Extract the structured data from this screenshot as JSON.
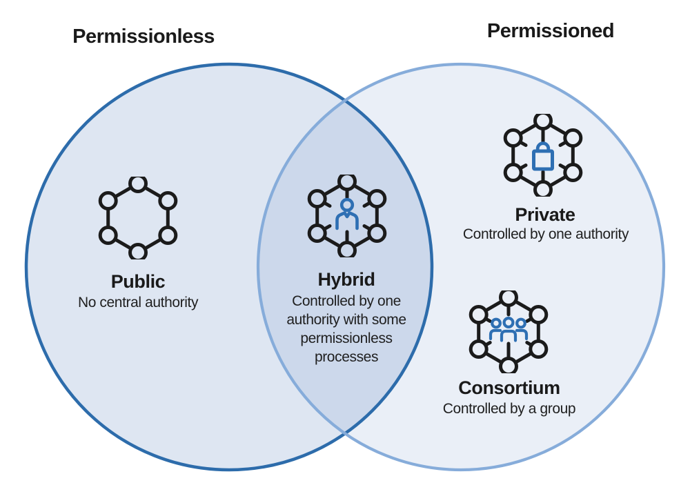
{
  "venn": {
    "left_set": {
      "title": "Permissionless"
    },
    "right_set": {
      "title": "Permissioned"
    },
    "regions": [
      {
        "id": "public",
        "set": "permissionless",
        "label": "Public",
        "description": "No central authority",
        "icon": "hexagon-network-icon"
      },
      {
        "id": "hybrid",
        "set": "permissionless-and-permissioned",
        "label": "Hybrid",
        "description": "Controlled by one authority with some permissionless processes",
        "icon": "hexagon-network-person-icon"
      },
      {
        "id": "private",
        "set": "permissioned",
        "label": "Private",
        "description": "Controlled by one authority",
        "icon": "hexagon-network-lock-icon"
      },
      {
        "id": "consortium",
        "set": "permissioned",
        "label": "Consortium",
        "description": "Controlled by a group",
        "icon": "hexagon-network-group-icon"
      }
    ]
  },
  "colors": {
    "background": "#ffffff",
    "left_circle_stroke": "#2d6cab",
    "right_circle_stroke": "#86acda",
    "circle_fill_base": "#4a76b8",
    "icon_line": "#1b1b1b",
    "icon_accent": "#2e6fb3",
    "text": "#1a1a1a"
  }
}
